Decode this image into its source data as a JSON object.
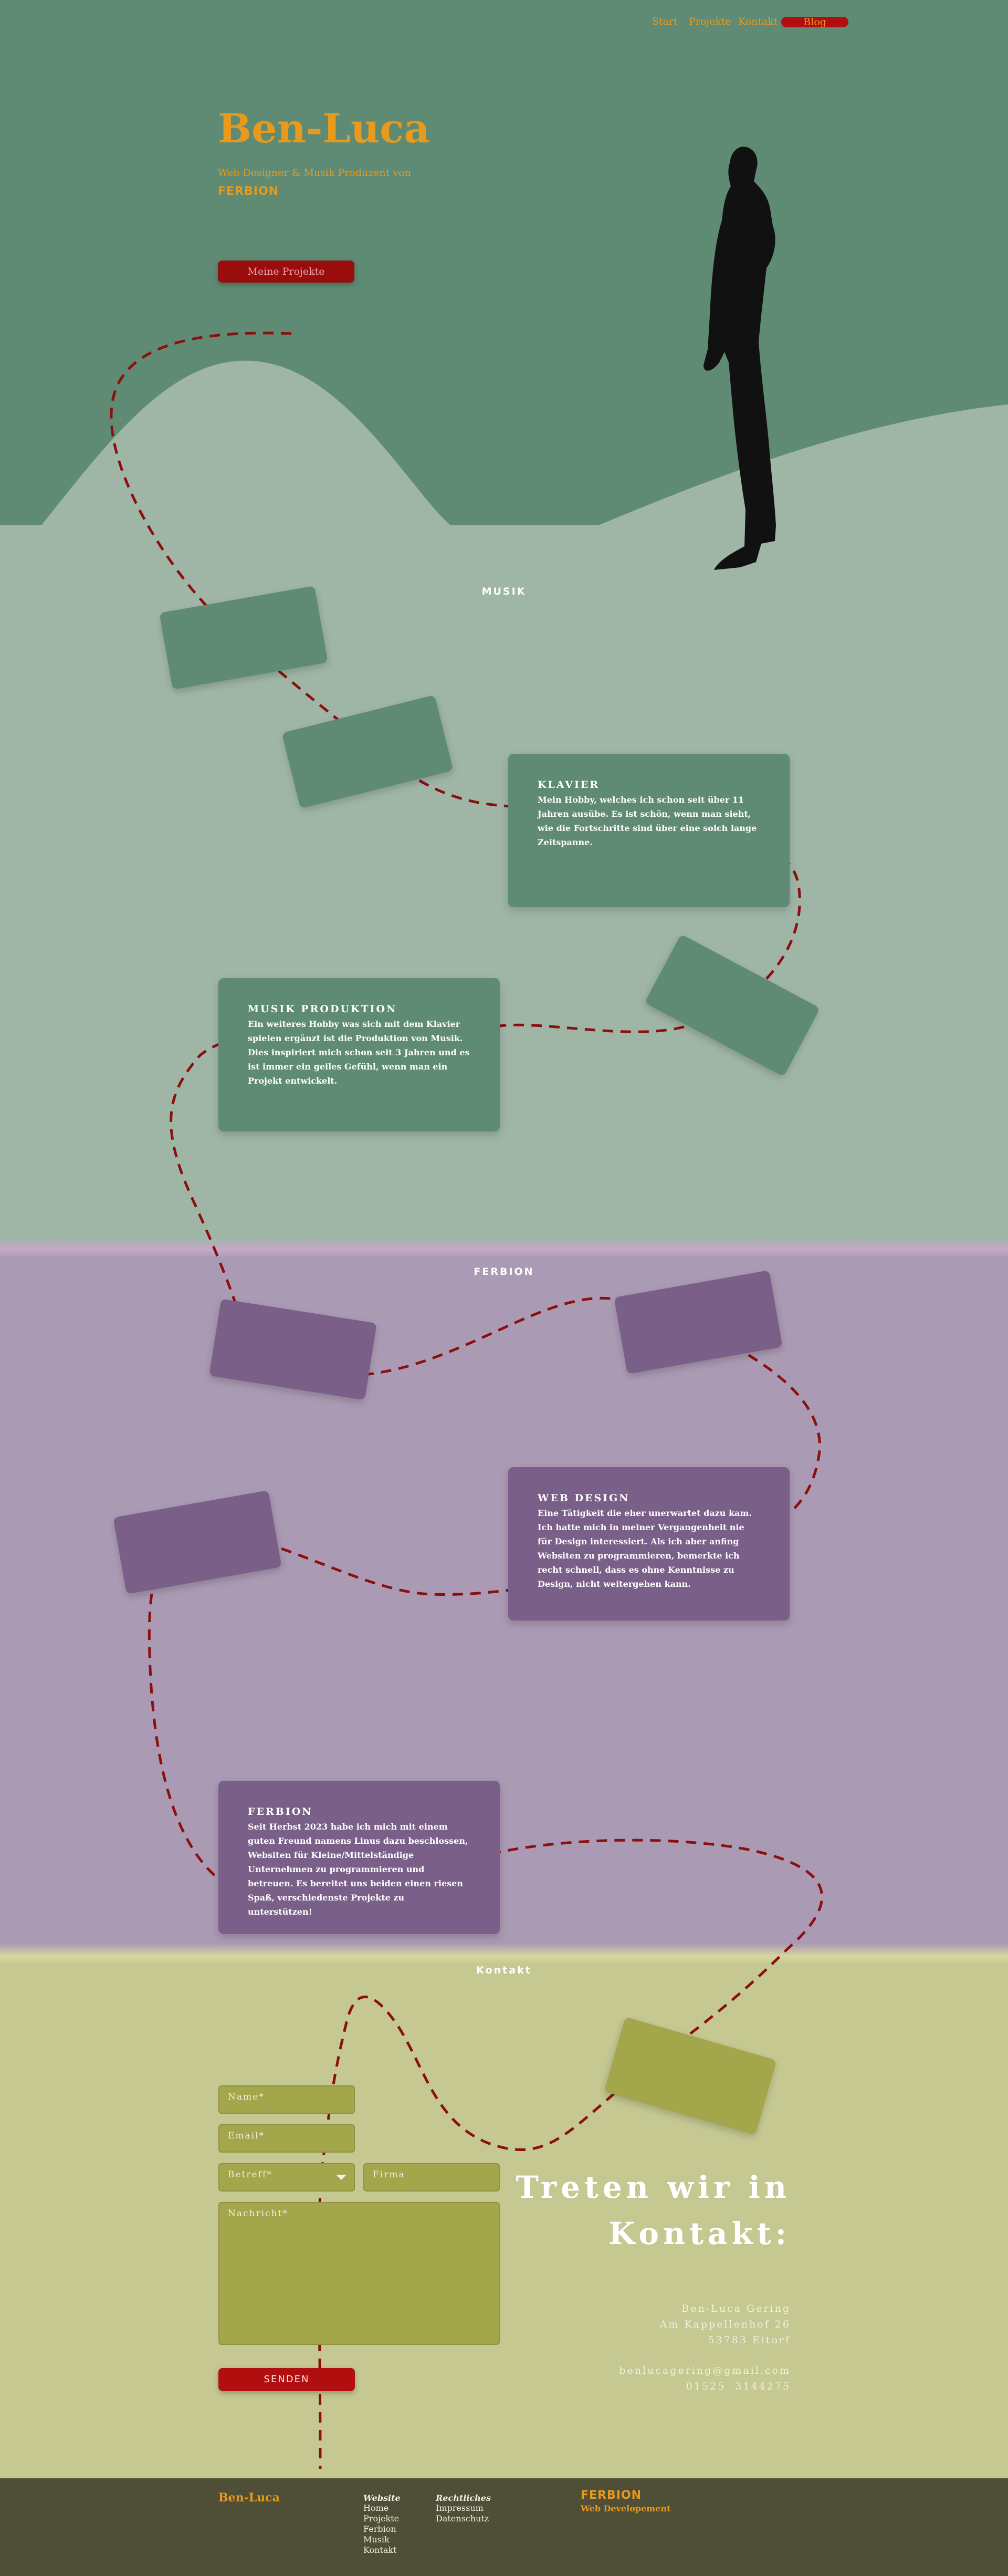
{
  "nav": {
    "start": "Start",
    "projekte": "Projekte",
    "kontakt": "Kontakt",
    "blog": "Blog"
  },
  "hero": {
    "title": "Ben-Luca",
    "subtitle": "Web Designer & Musik Produzent von",
    "brand": "FERBION",
    "cta": "Meine Projekte"
  },
  "musik": {
    "section_title": "MUSIK",
    "cards": [
      {
        "title": "KLAVIER",
        "text": "Mein Hobby, welches ich schon seit über 11 Jahren ausübe. Es ist schön, wenn man sieht, wie die Fortschritte sind über eine solch lange Zeitspanne."
      },
      {
        "title": "MUSIK PRODUKTION",
        "text": "Ein weiteres Hobby was sich mit dem Klavier spielen ergänzt ist die Produktion von Musik. Dies inspiriert mich schon seit 3 Jahren und es ist immer ein geiles Gefühl, wenn man ein Projekt entwickelt."
      }
    ]
  },
  "ferbion": {
    "section_title": "FERBION",
    "cards": [
      {
        "title": "WEB DESIGN",
        "text": "Eine Tätigkeit die eher unerwartet dazu kam. Ich hatte mich in meiner Vergangenheit nie für Design interessiert. Als ich aber anfing Websiten zu programmieren, bemerkte ich recht schnell, dass es ohne Kenntnisse zu Design, nicht weitergehen kann."
      },
      {
        "title": "FERBION",
        "text": "Seit Herbst 2023 habe ich mich mit einem guten Freund namens Linus dazu beschlossen, Websiten für Kleine/Mittelständige Unternehmen zu programmieren und betreuen. Es bereitet uns beiden einen riesen Spaß, verschiedenste Projekte zu unterstützen!"
      }
    ]
  },
  "kontakt": {
    "section_title": "Kontakt",
    "form": {
      "name": "Name*",
      "email": "Email*",
      "betreff": "Betreff*",
      "firma": "Firma",
      "nachricht": "Nachricht*",
      "submit": "SENDEN"
    },
    "heading_line1": "Treten wir in",
    "heading_line2": "Kontakt:",
    "address": [
      "Ben-Luca Gering",
      "Am Kappellenhof 26",
      "53783 Eitorf"
    ],
    "email": "benlucagering@gmail.com",
    "phone": "01525  3144275"
  },
  "footer": {
    "brand": "Ben-Luca",
    "website_head": "Website",
    "website_links": [
      "Home",
      "Projekte",
      "Ferbion",
      "Musik",
      "Kontakt"
    ],
    "legal_head": "Rechtliches",
    "legal_links": [
      "Impressum",
      "Datenschutz"
    ],
    "ferbion_brand": "FERBION",
    "ferbion_sub": "Web Developement"
  },
  "colors": {
    "hero_green": "#5f8a73",
    "musik_bg": "#9fb6a7",
    "ferbion_bg": "#ab9ab3",
    "kontakt_bg": "#c5c891",
    "footer_bg": "#4f4f38",
    "accent_orange": "#e89a1c",
    "button_red": "#9a0d0d",
    "path_red": "#8b0f0f"
  }
}
